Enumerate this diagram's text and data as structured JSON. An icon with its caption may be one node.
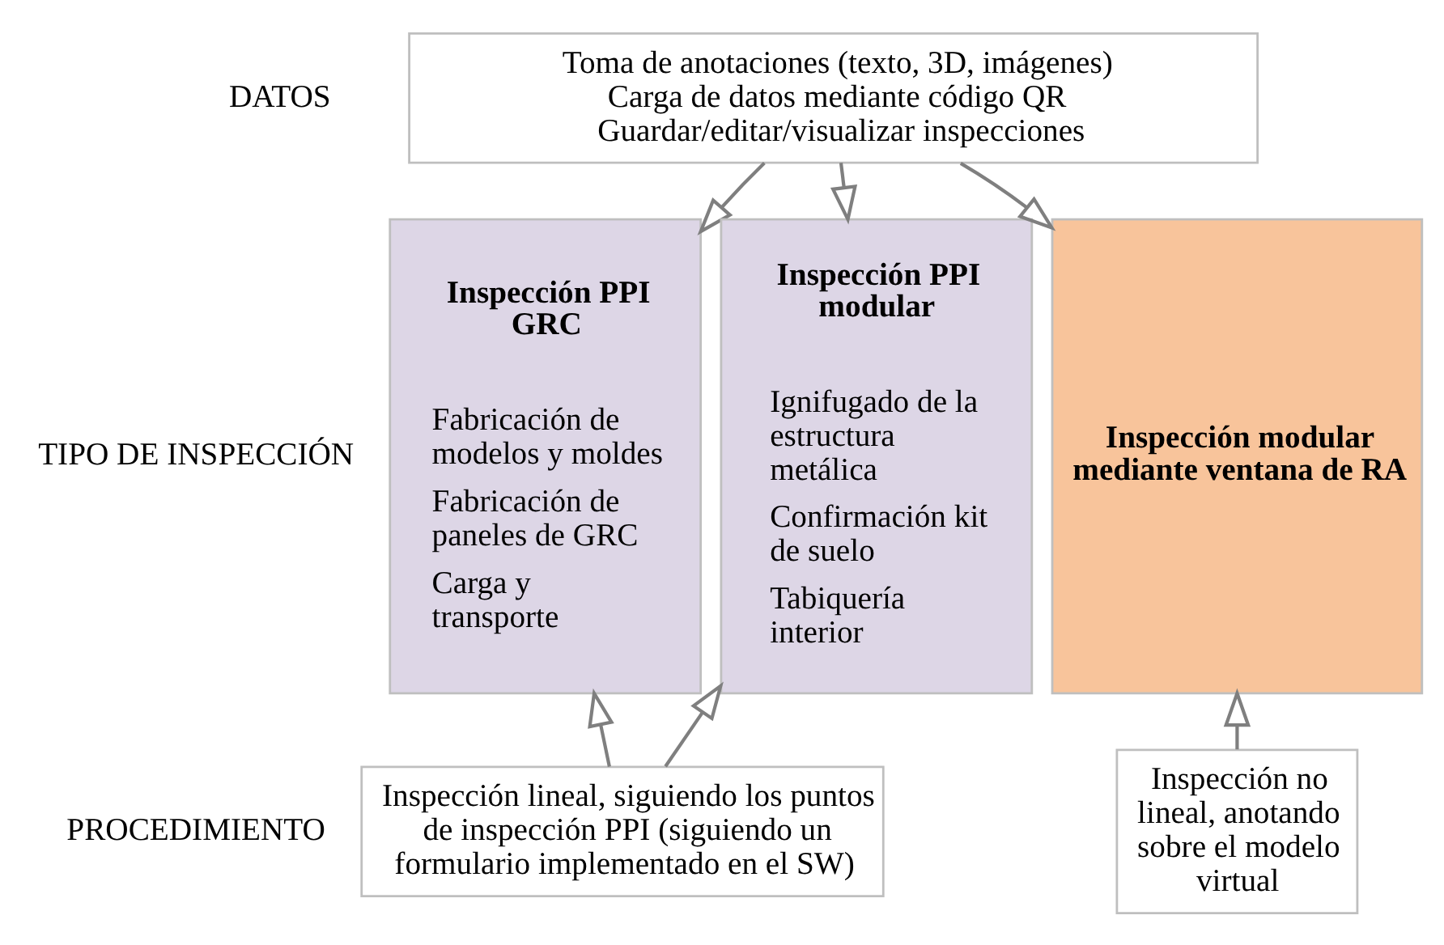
{
  "diagram": {
    "nodes": [
      {
        "text": [
          "Toma de anotaciones (texto, 3D, imágenes)",
          "Carga de datos mediante código QR",
          "Guardar/editar/visualizar inspecciones"
        ]
      },
      {
        "text": [
          "Inspección PPI GRC",
          "Fabricación de modelos y moldes",
          "Fabricación de paneles de GRC",
          "Carga y transporte"
        ]
      },
      {
        "text": [
          "Inspección PPI modular",
          "Ignifugado de la estructura metálica",
          "Confirmación kit de suelo",
          "Tabiquería interior"
        ]
      },
      {
        "text": [
          "Inspección modular mediante ventana de RA"
        ]
      },
      {
        "text": [
          "Inspección lineal, siguiendo los puntos de inspección PPI (siguiendo un formulario implementado en el SW)"
        ]
      },
      {
        "text": [
          "Inspección no lineal, anotando sobre el modelo virtual"
        ]
      }
    ],
    "edges": [
      {
        "from": 0,
        "to": 1,
        "arrow": "to"
      },
      {
        "from": 0,
        "to": 2,
        "arrow": "to"
      },
      {
        "from": 0,
        "to": 3,
        "arrow": "to"
      },
      {
        "from": 4,
        "to": 1,
        "arrow": "to"
      },
      {
        "from": 4,
        "to": 2,
        "arrow": "to"
      },
      {
        "from": 5,
        "to": 3,
        "arrow": "to"
      }
    ],
    "labels": [
      "DATOS",
      "TIPO DE INSPECCIÓN",
      "PROCEDIMIENTO"
    ]
  }
}
